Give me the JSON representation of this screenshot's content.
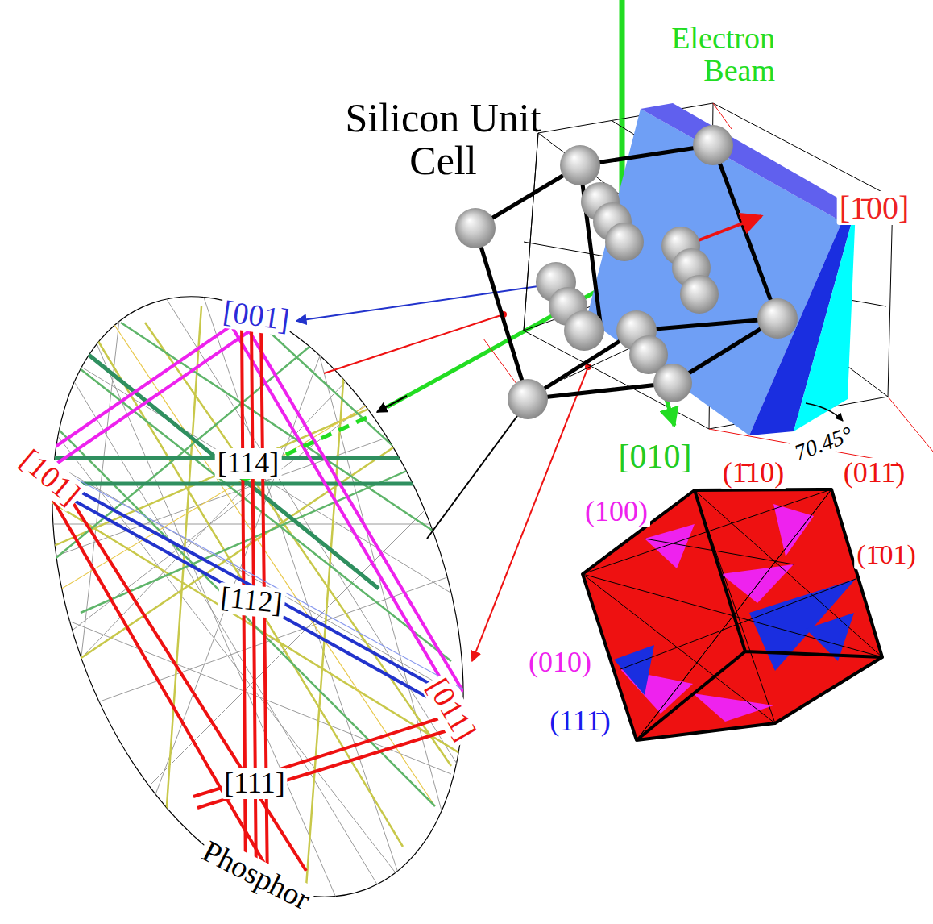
{
  "diagram": {
    "labels": [
      "Electron Beam",
      "Silicon Unit Cell",
      "[1̄00]",
      "[010]",
      "70.45°",
      "(1̄10)",
      "(011̄)",
      "(100)",
      "(1̄01)",
      "(010)",
      "(111̄)",
      "[001]",
      "[101]",
      "[114]",
      "[112]",
      "[011]",
      "[111]",
      "Phosphor"
    ]
  }
}
